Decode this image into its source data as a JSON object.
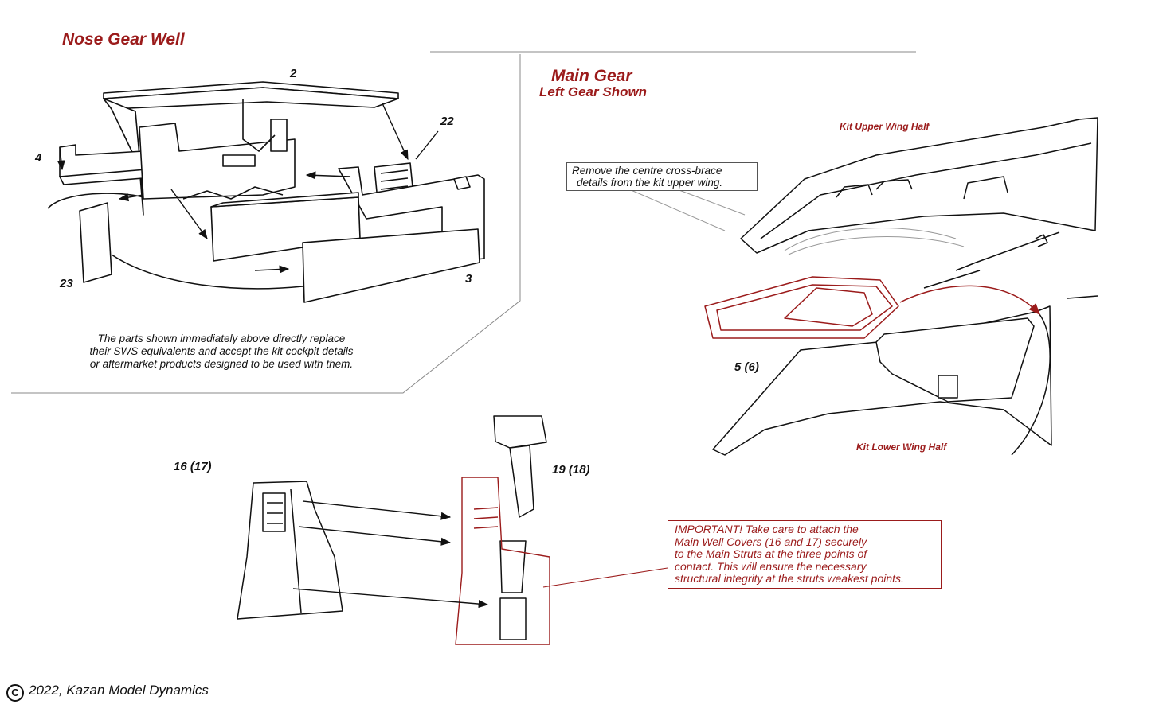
{
  "nose_gear": {
    "title": "Nose Gear Well",
    "parts": [
      "2",
      "22",
      "4",
      "23",
      "3"
    ],
    "note_lines": [
      "The parts shown immediately above directly replace",
      "their SWS equivalents and accept the kit cockpit details",
      "or aftermarket products designed to be used with them."
    ]
  },
  "main_gear": {
    "title": "Main Gear",
    "subtitle": "Left Gear Shown",
    "upper_wing_label": "Kit Upper Wing Half",
    "lower_wing_label": "Kit Lower Wing Half",
    "remove_note_lines": [
      "Remove the centre cross-brace",
      "details from the kit upper wing."
    ],
    "part_5": "5 (6)"
  },
  "struts": {
    "cover_label": "16 (17)",
    "strut_label": "19 (18)",
    "important_lines": [
      "IMPORTANT! Take care to attach the",
      "Main Well Covers (16 and 17) securely",
      "to the Main Struts at the three points of",
      "contact. This will ensure the necessary",
      "structural integrity at the struts weakest points."
    ]
  },
  "footer": {
    "copyright_symbol": "C",
    "text": "2022, Kazan Model Dynamics"
  },
  "colors": {
    "accent_red": "#9b1b1b",
    "line": "#111111",
    "divider": "#888888"
  }
}
